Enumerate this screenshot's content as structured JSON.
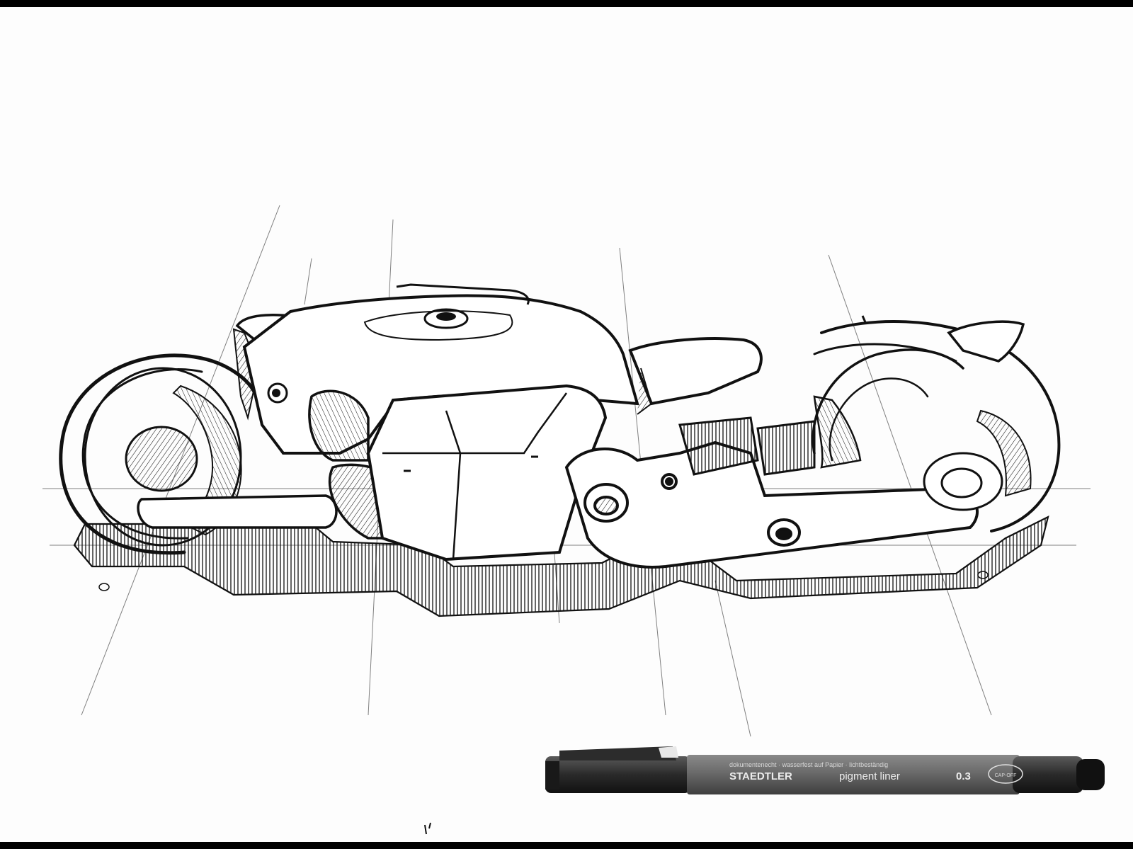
{
  "pen": {
    "brand": "STAEDTLER",
    "model": "pigment liner",
    "size": "0.3",
    "cap_badge": "CAP-OFF",
    "subtext": "dokumentenecht · wasserfest auf Papier · lichtbeständig"
  },
  "colors": {
    "ink": "#111111",
    "paper": "#fdfdfd",
    "pen_barrel": "#6e6e6e",
    "frame_bars": "#000000"
  }
}
